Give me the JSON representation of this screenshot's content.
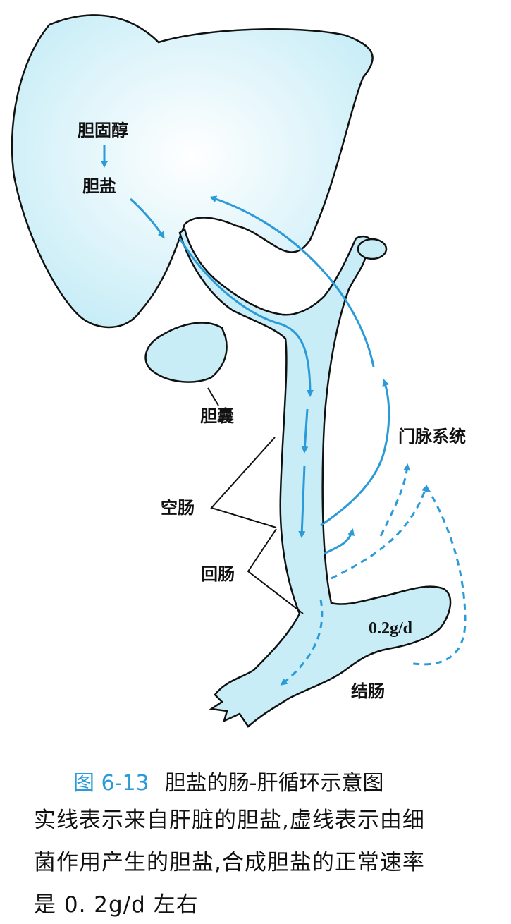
{
  "labels": {
    "cholesterol": "胆固醇",
    "bile_salt": "胆盐",
    "gallbladder": "胆囊",
    "jejunum": "空肠",
    "ileum": "回肠",
    "portal_system": "门脉系统",
    "rate": "0.2g/d",
    "colon": "结肠"
  },
  "caption": {
    "figure_number": "图 6-13",
    "title": "胆盐的肠-肝循环示意图",
    "lines": [
      "实线表示来自肝脏的胆盐,虚线表示由细",
      "菌作用产生的胆盐,合成胆盐的正常速率",
      "是 0. 2g/d 左右"
    ]
  },
  "colors": {
    "organ_fill": "#c8edf7",
    "arrow": "#2a9bd8",
    "outline": "#111111",
    "figure_number": "#2a9bd8"
  },
  "legend_semantics": {
    "solid_line": "来自肝脏的胆盐",
    "dashed_line": "由细菌作用产生的胆盐"
  }
}
